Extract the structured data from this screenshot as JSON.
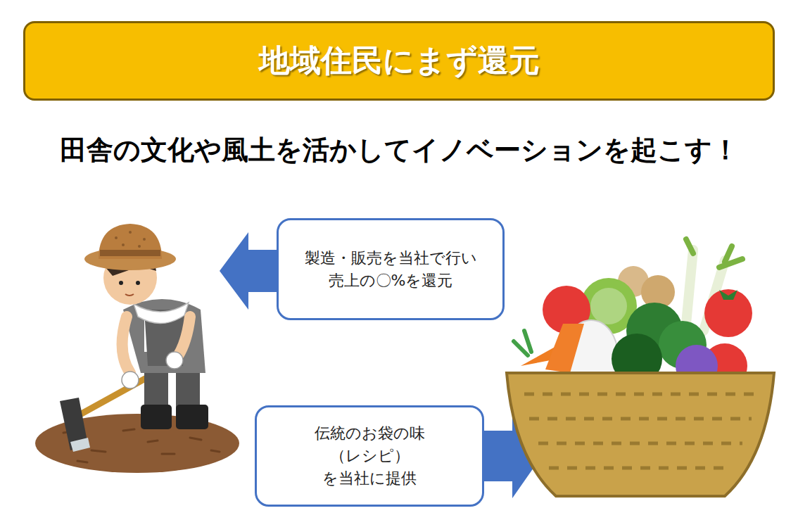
{
  "diagram": {
    "title": "地域住民にまず還元",
    "nodes": [
      {
        "text": [
          "製造・販売を当社で行い 売上の〇%を還元"
        ]
      },
      {
        "text": [
          "伝統のお袋の味 （レシピ） を当社に提供"
        ]
      }
    ],
    "labels": [
      "田舎の文化や風土を活かしてイノベーションを起こす！"
    ]
  }
}
